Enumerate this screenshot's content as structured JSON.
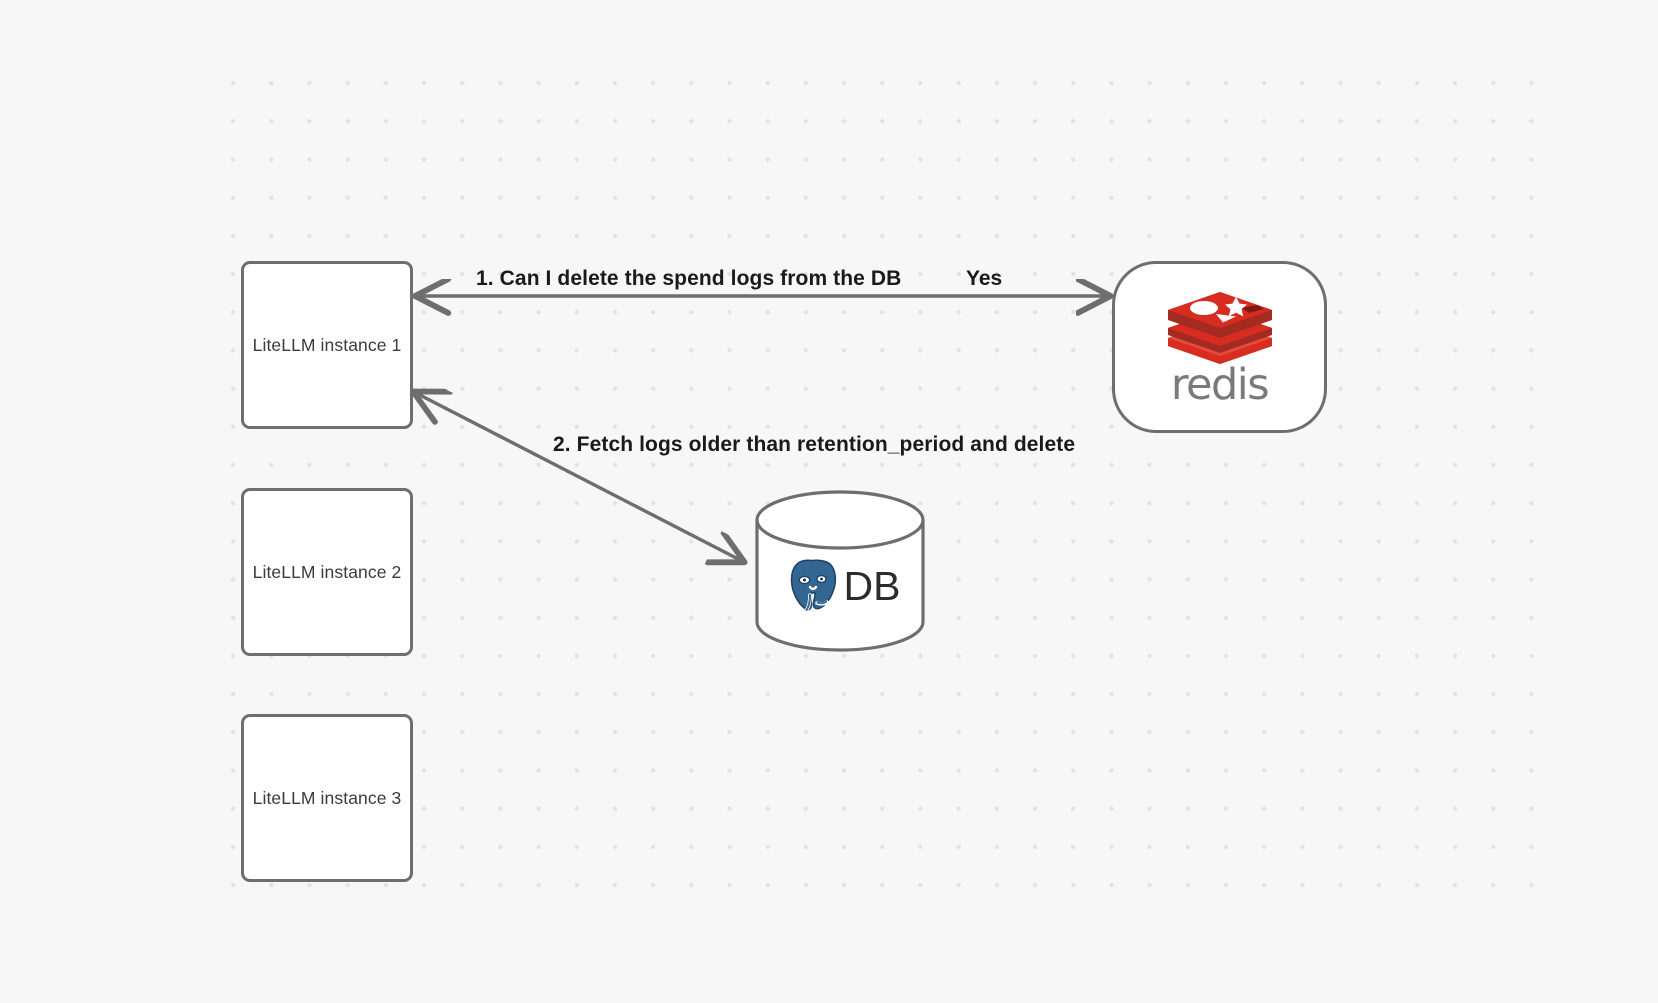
{
  "canvas": {
    "background_color": "#f7f7f7",
    "grid_dot_color": "#e3e3e3",
    "stroke_color": "#6e6e6e"
  },
  "nodes": [
    {
      "id": "llm1",
      "label": "LiteLLM instance 1",
      "shape": "rounded-rect"
    },
    {
      "id": "llm2",
      "label": "LiteLLM instance 2",
      "shape": "rounded-rect"
    },
    {
      "id": "llm3",
      "label": "LiteLLM instance 3",
      "shape": "rounded-rect"
    },
    {
      "id": "redis",
      "label": "redis",
      "shape": "stadium",
      "icon": "redis-logo-icon",
      "accent_color": "#d82c20"
    },
    {
      "id": "db",
      "label": "DB",
      "shape": "cylinder",
      "icon": "postgresql-elephant-icon",
      "accent_color": "#336791"
    }
  ],
  "edges": [
    {
      "id": "edge-1",
      "from": "llm1",
      "to": "redis",
      "label": "1.  Can I delete the spend logs from the DB",
      "return_label": "Yes",
      "direction": "bidirectional"
    },
    {
      "id": "edge-2",
      "from": "llm1",
      "to": "db",
      "label": "2.  Fetch logs older than retention_period and delete",
      "direction": "bidirectional"
    }
  ],
  "labels": {
    "step1": "1.  Can I delete the spend logs from the DB",
    "yes": "Yes",
    "step2": "2.  Fetch logs older than retention_period and delete",
    "redis_wordmark": "redis",
    "db_text": "DB"
  }
}
